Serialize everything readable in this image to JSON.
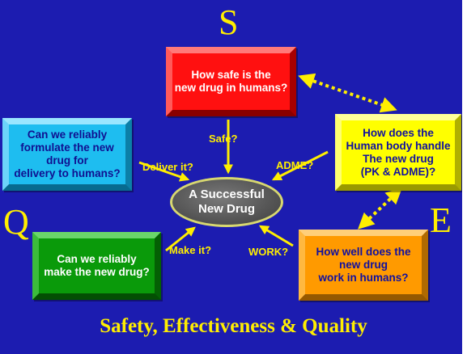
{
  "letters": {
    "s": "S",
    "q": "Q",
    "e": "E"
  },
  "boxes": {
    "safe": "How safe is the\nnew drug in humans?",
    "pk": "How does the\nHuman body handle\nThe new drug\n(PK & ADME)?",
    "formulate": "Can we reliably\nformulate the new\ndrug for\ndelivery to humans?",
    "make": "Can we reliably\nmake the new drug?",
    "work": "How well does the\nnew drug\nwork in humans?"
  },
  "center": "A Successful\nNew Drug",
  "arrow_labels": {
    "safe": "Safe?",
    "deliver": "Deliver it?",
    "adme": "ADME?",
    "make": "Make it?",
    "work": "WORK?"
  },
  "footer": "Safety, Effectiveness & Quality",
  "colors": {
    "background": "#1c1cb0",
    "accent_text": "#ffee00",
    "safe_box": "#ff1010",
    "pk_box": "#ffff00",
    "formulate_box": "#1ebdf0",
    "make_box": "#0a9a0a",
    "work_box": "#ff9a00"
  }
}
